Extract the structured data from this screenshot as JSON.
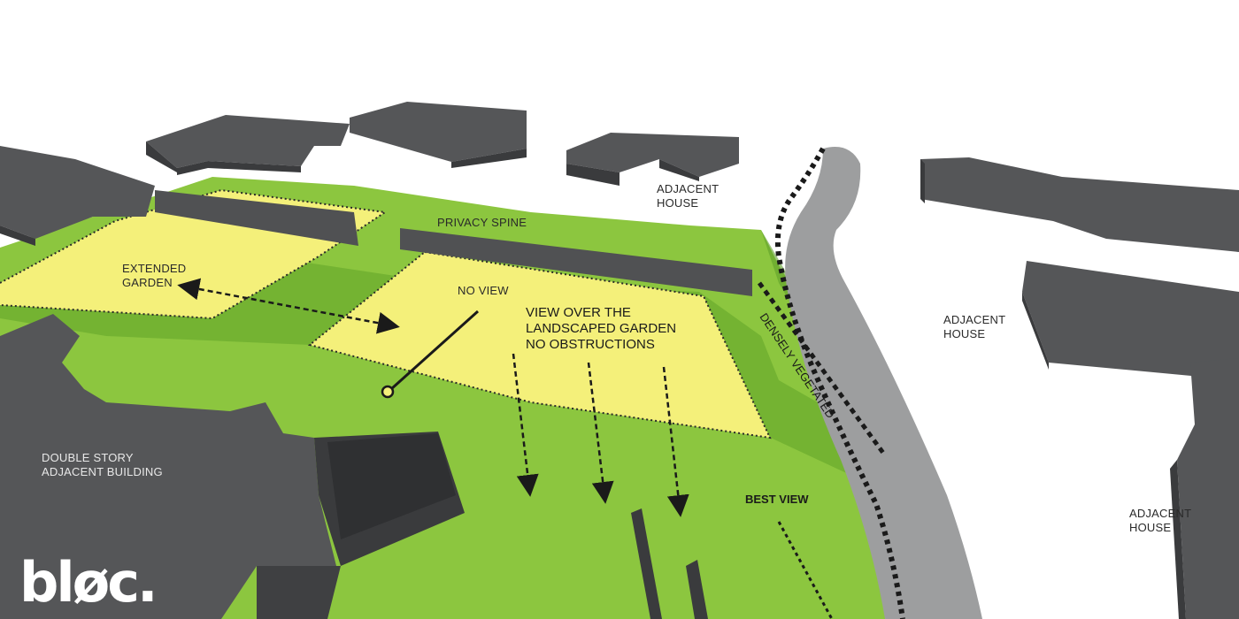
{
  "labels": {
    "adjacent_house_top": [
      "ADJACENT",
      "HOUSE"
    ],
    "privacy_spine": "PRIVACY SPINE",
    "extended_garden": [
      "EXTENDED",
      "GARDEN"
    ],
    "no_view": "NO VIEW",
    "view_over_garden": [
      "VIEW OVER THE",
      "LANDSCAPED GARDEN",
      "NO OBSTRUCTIONS"
    ],
    "densely_vegetated": "DENSELY VEGETATED",
    "adjacent_house_right": [
      "ADJACENT",
      "HOUSE"
    ],
    "adjacent_house_bottom_right": [
      "ADJACENT",
      "HOUSE"
    ],
    "double_story": [
      "DOUBLE STORY",
      "ADJACENT BUILDING"
    ],
    "best_view": "BEST VIEW"
  },
  "logo": "bløc.",
  "colors": {
    "lawn": "#8cc63f",
    "lawn_shade": "#6aab2e",
    "garden": "#f4f07a",
    "building_top": "#555658",
    "building_side": "#3a3b3d",
    "road": "#9d9e9f",
    "background": "#ffffff"
  }
}
